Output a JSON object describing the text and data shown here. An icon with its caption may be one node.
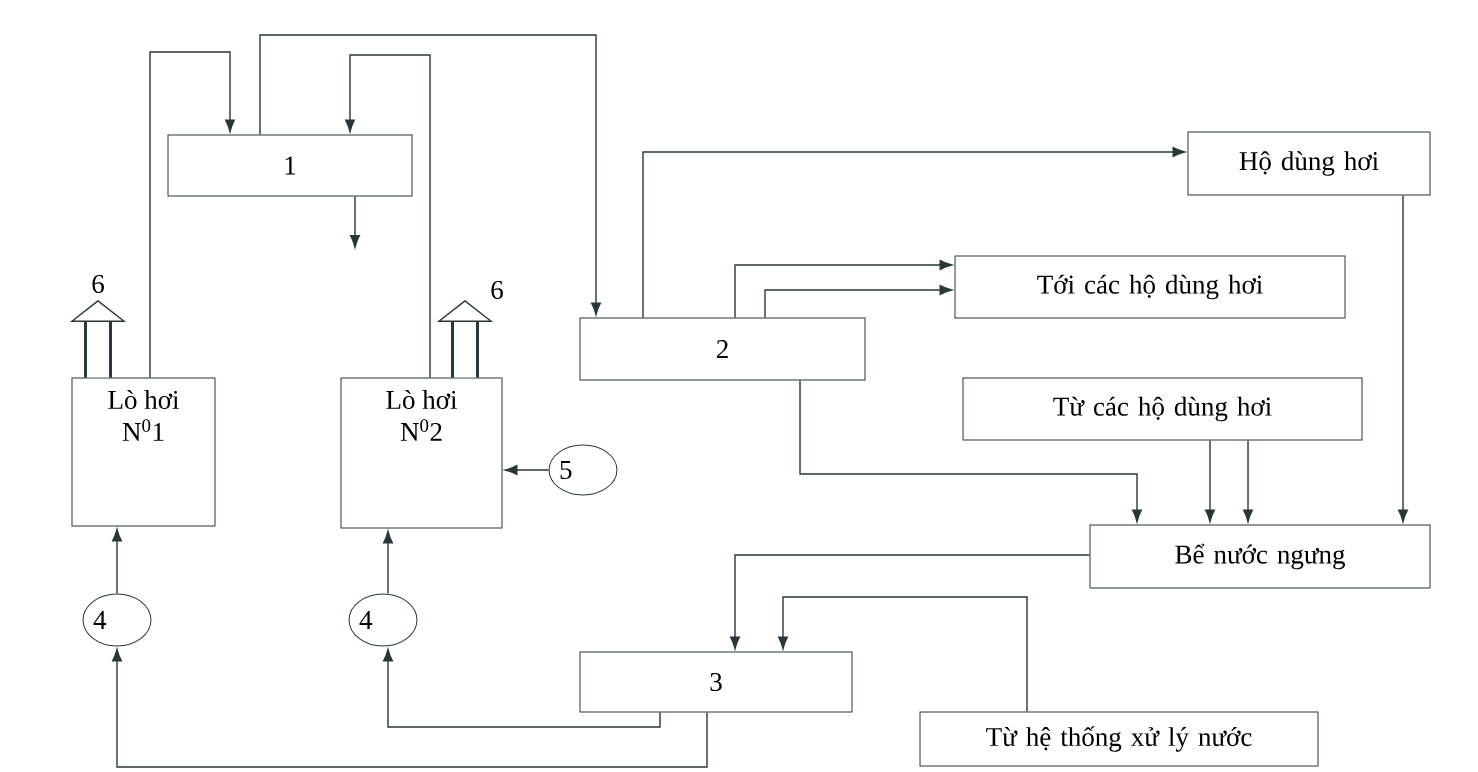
{
  "diagram": {
    "nodes": [
      {
        "text": [
          "1"
        ]
      },
      {
        "text": [
          "Lò hơi N$^{0}$1"
        ]
      },
      {
        "text": [
          "Lò hơi N$^{0}$2"
        ]
      },
      {
        "text": [
          "2"
        ]
      },
      {
        "text": [
          "Hộ dùng hơi"
        ]
      },
      {
        "text": [
          "Tới các hộ dùng hơi"
        ]
      },
      {
        "text": [
          "Từ các hộ dùng hơi"
        ]
      },
      {
        "text": [
          "Bể nước ngưng"
        ]
      },
      {
        "text": [
          "3"
        ]
      },
      {
        "text": [
          "Từ hệ thống xử lý nước"
        ]
      },
      {
        "text": [
          "5"
        ]
      },
      {
        "text": [
          "4"
        ]
      },
      {
        "text": [
          "4"
        ]
      }
    ],
    "edges": [
      {
        "from": 1,
        "to": 0,
        "arrow": "to"
      },
      {
        "from": 2,
        "to": 0,
        "arrow": "to"
      },
      {
        "from": 0,
        "to": 3,
        "arrow": "to"
      },
      {
        "from": 3,
        "to": 4,
        "arrow": "to"
      },
      {
        "from": 3,
        "to": 5,
        "arrow": "to"
      },
      {
        "from": 3,
        "to": 5,
        "arrow": "to"
      },
      {
        "from": 3,
        "to": 7,
        "arrow": "to"
      },
      {
        "from": 6,
        "to": 7,
        "arrow": "to"
      },
      {
        "from": 6,
        "to": 7,
        "arrow": "to"
      },
      {
        "from": 4,
        "to": 7,
        "arrow": "to"
      },
      {
        "from": 7,
        "to": 8,
        "arrow": "to"
      },
      {
        "from": 9,
        "to": 8,
        "arrow": "to"
      },
      {
        "from": 8,
        "to": 12,
        "arrow": "to"
      },
      {
        "from": 12,
        "to": 2,
        "arrow": "to"
      },
      {
        "from": 8,
        "to": 11,
        "arrow": "to"
      },
      {
        "from": 11,
        "to": 1,
        "arrow": "to"
      },
      {
        "from": 10,
        "to": 2,
        "arrow": "to"
      },
      {
        "from": 0,
        "to": null,
        "arrow": "to"
      },
      {
        "from": 1,
        "to": null,
        "arrow": "to",
        "style": "thick",
        "label": "6"
      },
      {
        "from": 2,
        "to": null,
        "arrow": "to",
        "style": "thick",
        "label": "6"
      }
    ]
  }
}
